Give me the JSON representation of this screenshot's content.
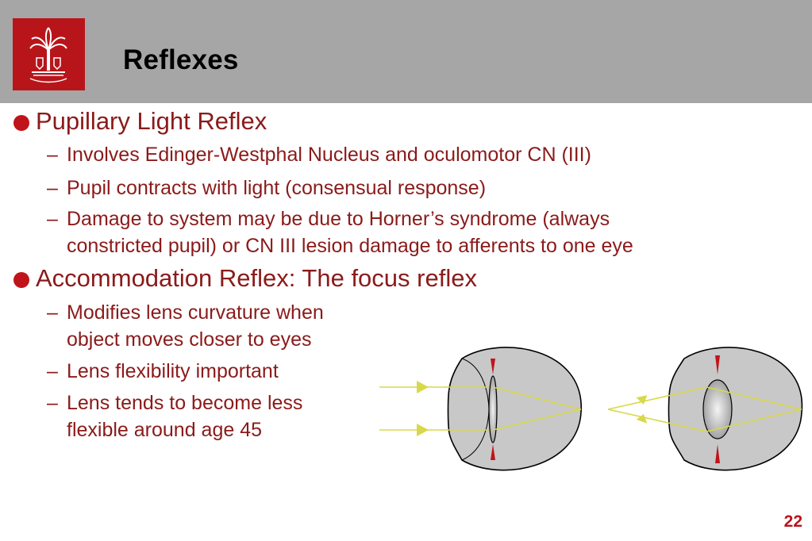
{
  "slide": {
    "title": "Reflexes",
    "page_number": "22"
  },
  "logo": {
    "icon": "palmetto-seal-logo",
    "bg": "#b8151b"
  },
  "bullets": [
    {
      "text": "Pupillary Light Reflex",
      "subs": [
        {
          "lines": [
            "Involves Edinger-Westphal Nucleus and oculomotor CN (III)"
          ]
        },
        {
          "lines": [
            "Pupil contracts with light (consensual response)"
          ]
        },
        {
          "lines": [
            "Damage to system may be due to Horner’s syndrome (always",
            "constricted pupil) or CN III lesion damage to afferents to one eye"
          ]
        }
      ]
    },
    {
      "text": "Accommodation Reflex: The focus reflex",
      "subs": [
        {
          "lines": [
            "Modifies lens curvature when",
            "object moves closer to eyes"
          ]
        },
        {
          "lines": [
            "Lens flexibility important"
          ]
        },
        {
          "lines": [
            "Lens tends to become less",
            "flexible around age 45"
          ]
        }
      ]
    }
  ],
  "colors": {
    "header_bg": "#a6a6a6",
    "text": "#8b1a1a",
    "bullet": "#c0141b",
    "ray": "#d8d84a",
    "eye": "#c8c8c8"
  }
}
